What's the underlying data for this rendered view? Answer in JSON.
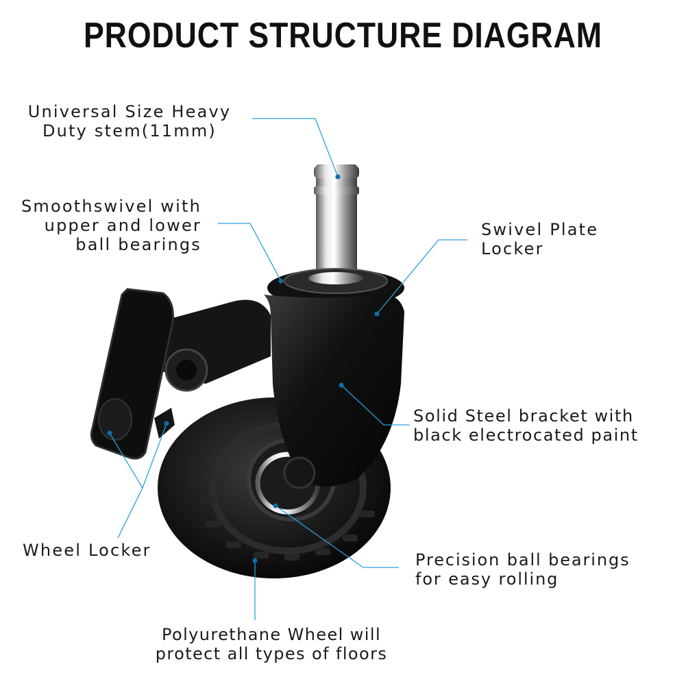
{
  "title": "PRODUCT STRUCTURE DIAGRAM",
  "colors": {
    "leader": "#2ba0db",
    "text": "#1a1a1a",
    "wheel": "#0d0d0d"
  },
  "labels": {
    "stem": [
      "Universal Size Heavy",
      "Duty stem(11mm)"
    ],
    "swivel": [
      "Smoothswivel with",
      "upper and lower",
      "ball bearings"
    ],
    "plate": [
      "Swivel Plate",
      "Locker"
    ],
    "bracket": [
      "Solid Steel bracket with",
      "black electrocated paint"
    ],
    "wheel_locker": [
      "Wheel Locker"
    ],
    "bearings": [
      "Precision ball bearings",
      "for easy rolling"
    ],
    "wheel": [
      "Polyurethane Wheel will",
      "protect all types of floors"
    ]
  }
}
